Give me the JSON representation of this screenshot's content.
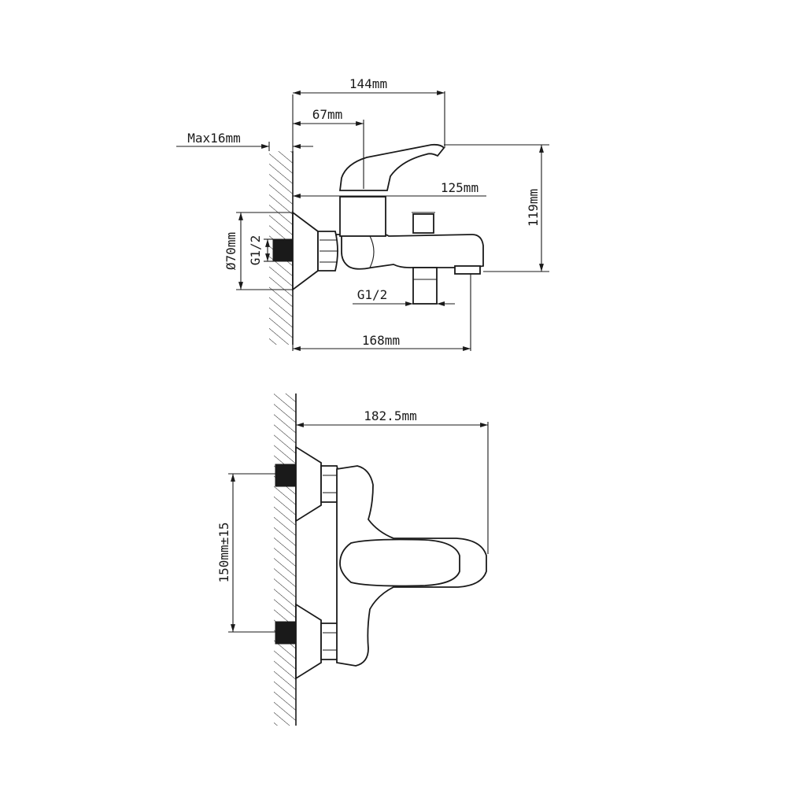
{
  "side_view": {
    "dim_144": "144mm",
    "dim_67": "67mm",
    "dim_max16": "Max16mm",
    "dim_125": "125mm",
    "dim_119": "119mm",
    "dim_70": "Ø70mm",
    "thread_inlet": "G1/2",
    "thread_outlet": "G1/2",
    "dim_168": "168mm"
  },
  "top_view": {
    "dim_182_5": "182.5mm",
    "dim_150": "150mm±15"
  },
  "colors": {
    "line": "#1a1a1a",
    "background": "#ffffff"
  }
}
